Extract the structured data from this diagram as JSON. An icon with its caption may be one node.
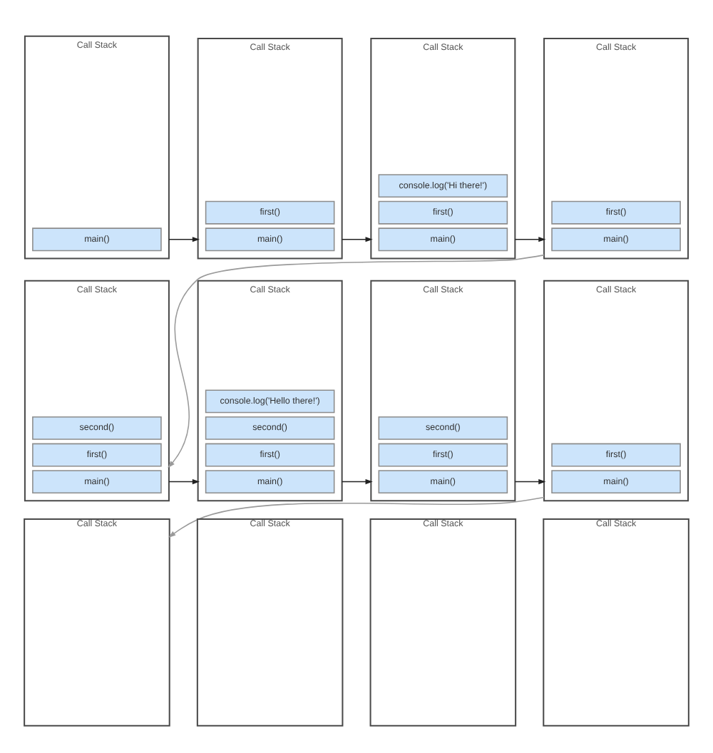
{
  "diagram": {
    "nodes": [
      {
        "text": [
          "Call Stack"
        ]
      },
      {
        "text": [
          "main()"
        ],
        "in": 0
      },
      {
        "text": [
          "Call Stack"
        ]
      },
      {
        "text": [
          "first()"
        ],
        "in": 2
      },
      {
        "text": [
          "main()"
        ],
        "in": 2
      },
      {
        "text": [
          "Call Stack"
        ]
      },
      {
        "text": [
          "console.log('Hi there!')"
        ],
        "in": 5
      },
      {
        "text": [
          "first()"
        ],
        "in": 5
      },
      {
        "text": [
          "main()"
        ],
        "in": 5
      },
      {
        "text": [
          "Call Stack"
        ]
      },
      {
        "text": [
          "first()"
        ],
        "in": 9
      },
      {
        "text": [
          "main()"
        ],
        "in": 9
      },
      {
        "text": [
          "Call Stack"
        ]
      },
      {
        "text": [
          "second()"
        ],
        "in": 12
      },
      {
        "text": [
          "first()"
        ],
        "in": 12
      },
      {
        "text": [
          "main()"
        ],
        "in": 12
      },
      {
        "text": [
          "Call Stack"
        ]
      },
      {
        "text": [
          "console.log('Hello there!')"
        ],
        "in": 16
      },
      {
        "text": [
          "second()"
        ],
        "in": 16
      },
      {
        "text": [
          "first()"
        ],
        "in": 16
      },
      {
        "text": [
          "main()"
        ],
        "in": 16
      },
      {
        "text": [
          "Call Stack"
        ]
      },
      {
        "text": [
          "second()"
        ],
        "in": 21
      },
      {
        "text": [
          "first()"
        ],
        "in": 21
      },
      {
        "text": [
          "main()"
        ],
        "in": 21
      },
      {
        "text": [
          "Call Stack"
        ]
      },
      {
        "text": [
          "first()"
        ],
        "in": 25
      },
      {
        "text": [
          "main()"
        ],
        "in": 25
      },
      {
        "text": [
          "Call Stack"
        ]
      },
      {
        "text": [
          "Call Stack"
        ]
      },
      {
        "text": [
          "Call Stack"
        ]
      },
      {
        "text": [
          "Call Stack"
        ]
      }
    ],
    "edges": [
      {
        "from": 0,
        "to": 2,
        "arrow": "to"
      },
      {
        "from": 2,
        "to": 5,
        "arrow": "to"
      },
      {
        "from": 5,
        "to": 9,
        "arrow": "to"
      },
      {
        "from": 9,
        "to": 12,
        "arrow": "to",
        "color": "#9a9a9a"
      },
      {
        "from": 12,
        "to": 16,
        "arrow": "to"
      },
      {
        "from": 16,
        "to": 21,
        "arrow": "to"
      },
      {
        "from": 21,
        "to": 25,
        "arrow": "to"
      },
      {
        "from": 25,
        "to": 28,
        "arrow": "to",
        "color": "#9a9a9a"
      }
    ]
  }
}
